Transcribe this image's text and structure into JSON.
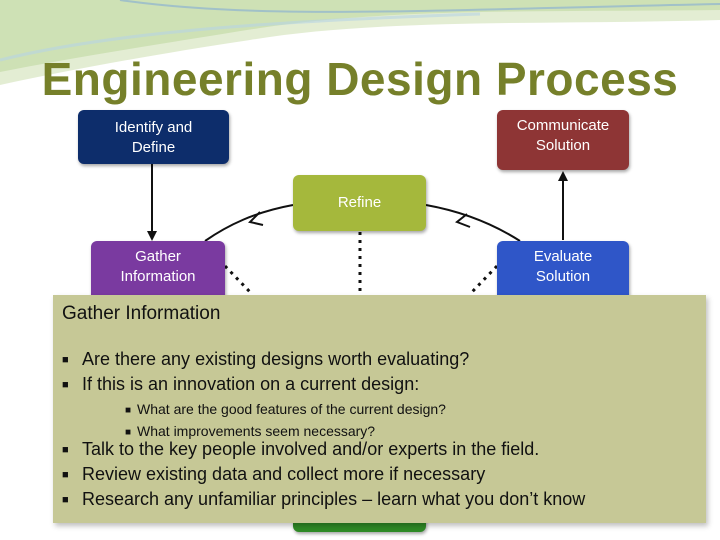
{
  "title": "Engineering Design Process",
  "nodes": {
    "identify": "Identify and\nDefine",
    "communicate": "Communicate\nSolution",
    "refine": "Refine",
    "gather": "Gather\nInformation",
    "evaluate": "Evaluate\nSolution",
    "bottom": ""
  },
  "overlay": {
    "heading": "Gather Information",
    "bullets": [
      "Are there any existing designs worth evaluating?",
      "If this is an innovation on a current design:"
    ],
    "sub_bullets": [
      "What are the good features of the current design?",
      "What improvements seem necessary?"
    ],
    "bullets_after": [
      "Talk to the key people involved and/or experts in the field.",
      "Review existing data and collect more if necessary",
      "Research any unfamiliar principles – learn what you don’t know"
    ]
  },
  "colors": {
    "title": "#76802a",
    "identify": "#0d2d6b",
    "communicate": "#8e3535",
    "refine": "#a5b83c",
    "gather": "#7a3aa0",
    "evaluate": "#2f56c8",
    "overlay": "#c6c896"
  }
}
